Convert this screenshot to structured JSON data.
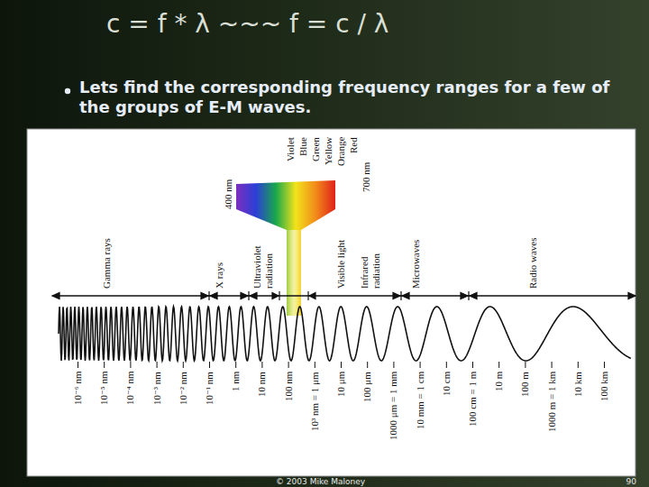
{
  "diagram": {
    "title": "c = f * λ ~~~ f = c / λ",
    "labels": [
      "Lets find the corresponding frequency ranges for a few of the groups of E-M waves.",
      "400 nm",
      "Violet",
      "Blue",
      "Green",
      "Yellow",
      "Orange",
      "Red",
      "700 nm",
      "Gamma rays",
      "X rays",
      "Ultraviolet radiation",
      "Visible light",
      "Infrared radiation",
      "Microwaves",
      "Radio waves",
      "10⁻⁶ nm",
      "10⁻⁵ nm",
      "10⁻⁴ nm",
      "10⁻³ nm",
      "10⁻² nm",
      "10⁻¹ nm",
      "1 nm",
      "10 nm",
      "100 nm",
      "10³ nm = 1 μm",
      "10 μm",
      "100 μm",
      "1000 μm = 1 mm",
      "10 mm = 1 cm",
      "10 cm",
      "100 cm = 1 m",
      "10 m",
      "100 m",
      "1000 m = 1 km",
      "10 km",
      "100 km",
      "© 2003 Mike Maloney",
      "90"
    ]
  }
}
